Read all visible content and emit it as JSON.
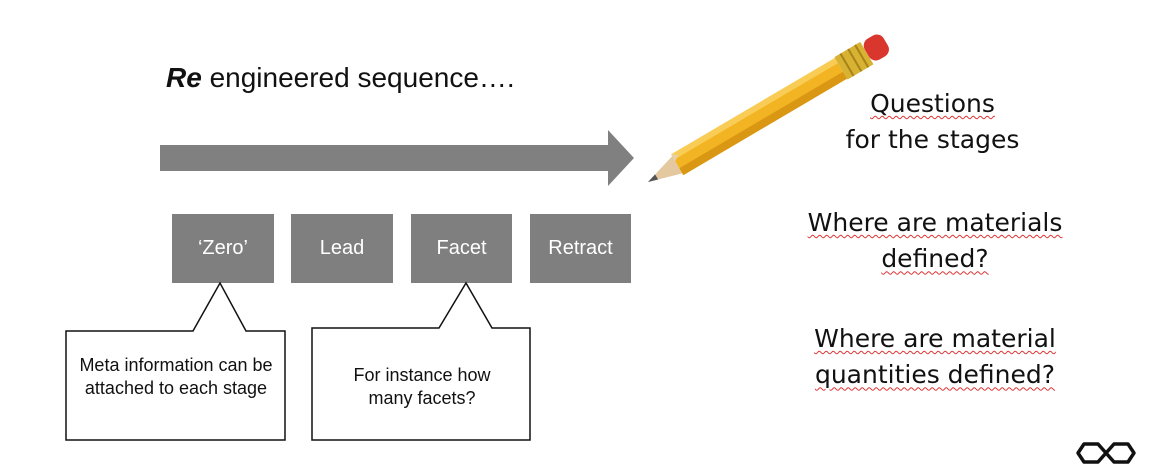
{
  "title": {
    "emphasis": "Re",
    "rest": " engineered sequence…."
  },
  "stages": [
    "‘Zero’",
    "Lead",
    "Facet",
    "Retract"
  ],
  "callouts": {
    "zero_note": "Meta information can be attached to each stage",
    "facet_note": "For instance how many facets?"
  },
  "notes": {
    "line1": "Questions",
    "line2": "for the stages",
    "q1_a": "Where are materials",
    "q1_b": "defined?",
    "q2_a": "Where are material",
    "q2_b": "quantities defined?"
  },
  "colors": {
    "arrow": "#808080",
    "stage_fill": "#7f7f7f",
    "squiggle": "#dd3333",
    "pencil_body": "#f2b422"
  },
  "icons": [
    "pencil-illustration",
    "infinity-logo-icon"
  ]
}
